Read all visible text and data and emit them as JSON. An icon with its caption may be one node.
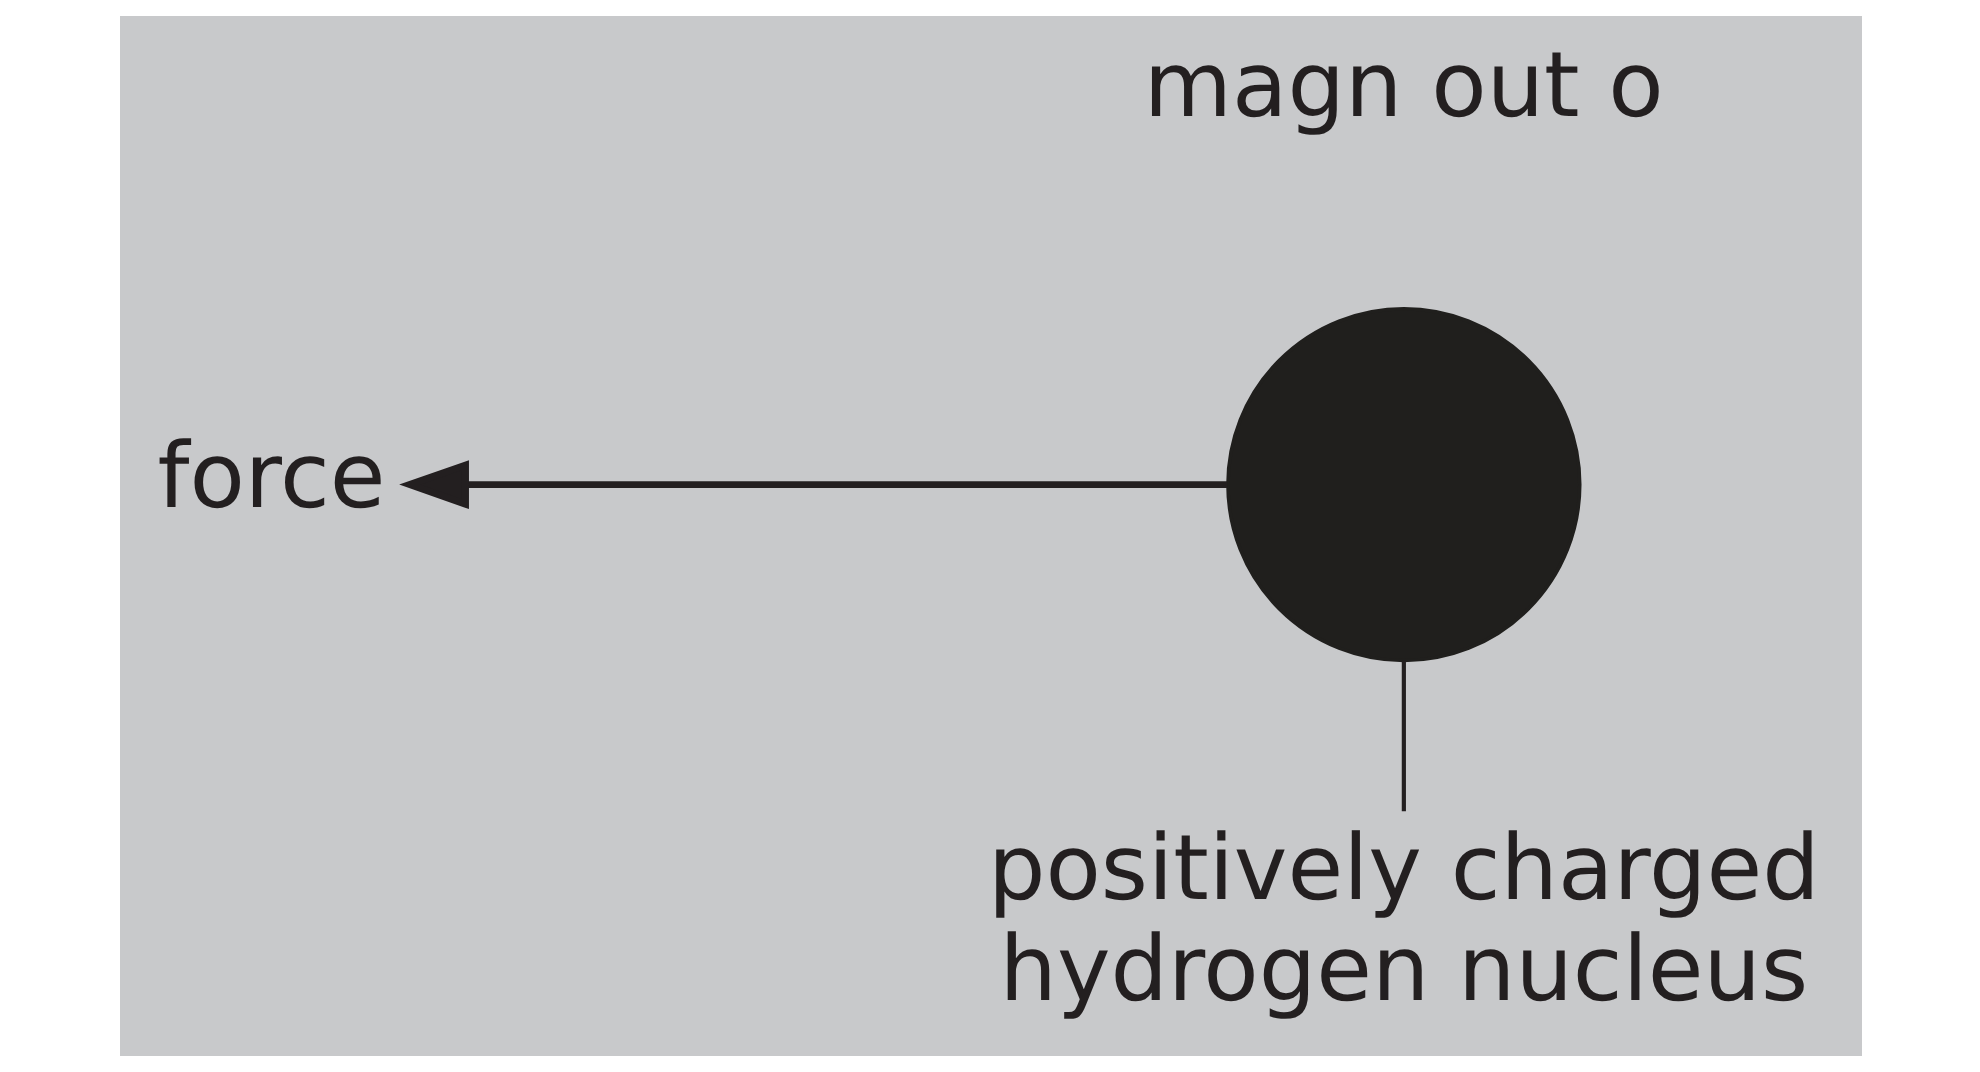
{
  "diagram": {
    "nodes": [
      {
        "text": [
          "force"
        ]
      },
      {
        "text": [],
        "shape": "circle"
      },
      {
        "text": [
          "positively charged hydrogen nucleus"
        ]
      }
    ],
    "edges": [
      {
        "from": 1,
        "to": 0,
        "arrow": "to"
      },
      {
        "from": 2,
        "to": 1,
        "arrow": "none"
      }
    ],
    "labels": [
      "magn out o"
    ]
  }
}
